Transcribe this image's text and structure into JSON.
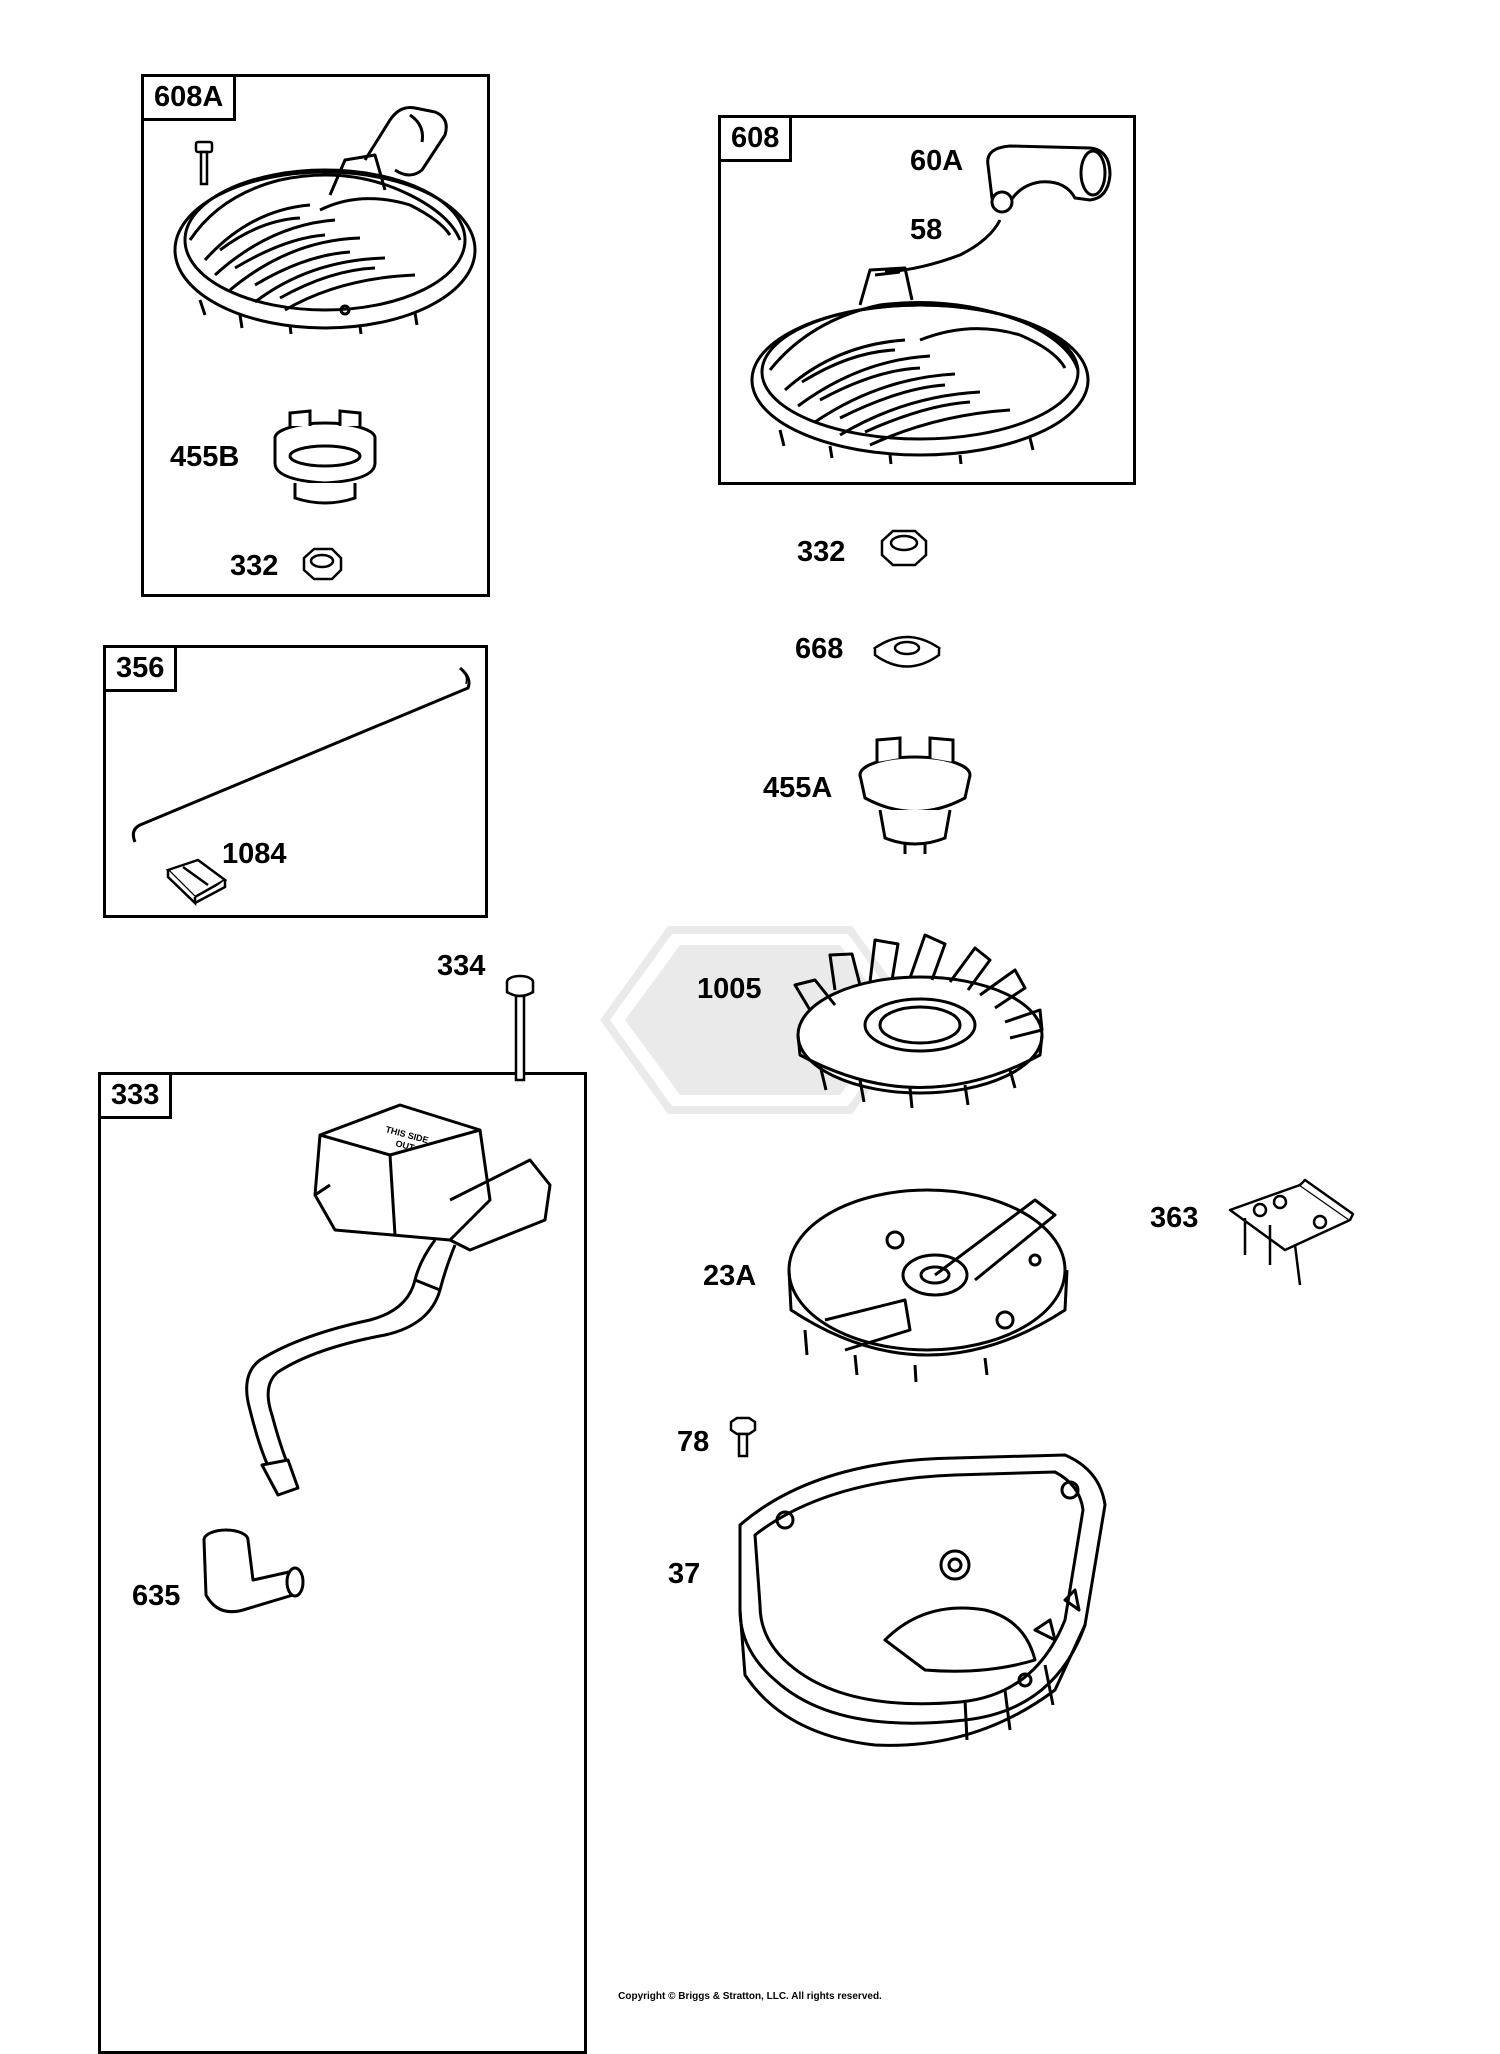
{
  "diagram": {
    "kits": [
      {
        "id": "kit-608a",
        "label": "608A"
      },
      {
        "id": "kit-608",
        "label": "608"
      },
      {
        "id": "kit-356",
        "label": "356"
      },
      {
        "id": "kit-333",
        "label": "333"
      }
    ],
    "callouts": {
      "c60a": "60A",
      "c58": "58",
      "c455b": "455B",
      "c332a": "332",
      "c332b": "332",
      "c668": "668",
      "c455a": "455A",
      "c1084": "1084",
      "c334": "334",
      "c1005": "1005",
      "c23a": "23A",
      "c363": "363",
      "c78": "78",
      "c37": "37",
      "c635": "635"
    },
    "parts": {
      "blower_housing_608a": "blower-housing-rewind-assembly",
      "blower_housing_608": "blower-housing-rewind-assembly",
      "starter_handle": "starter-handle",
      "starter_rope": "starter-rope",
      "starter_cup_455b": "starter-cup",
      "nut_332": "hex-nut",
      "washer_668": "belleville-washer",
      "starter_cup_455a": "starter-cup",
      "ground_wire_356": "ground-wire",
      "connector_1084": "wire-connector",
      "screw_334": "armature-screw",
      "fan_1005": "fan",
      "flywheel_23a": "flywheel",
      "bracket_363": "control-bracket",
      "screw_78": "screw",
      "housing_37": "blower-housing",
      "armature_333": "ignition-armature",
      "spark_plug_cap_635": "spark-plug-boot"
    },
    "copyright": "Copyright © Briggs & Stratton, LLC. All rights reserved."
  }
}
